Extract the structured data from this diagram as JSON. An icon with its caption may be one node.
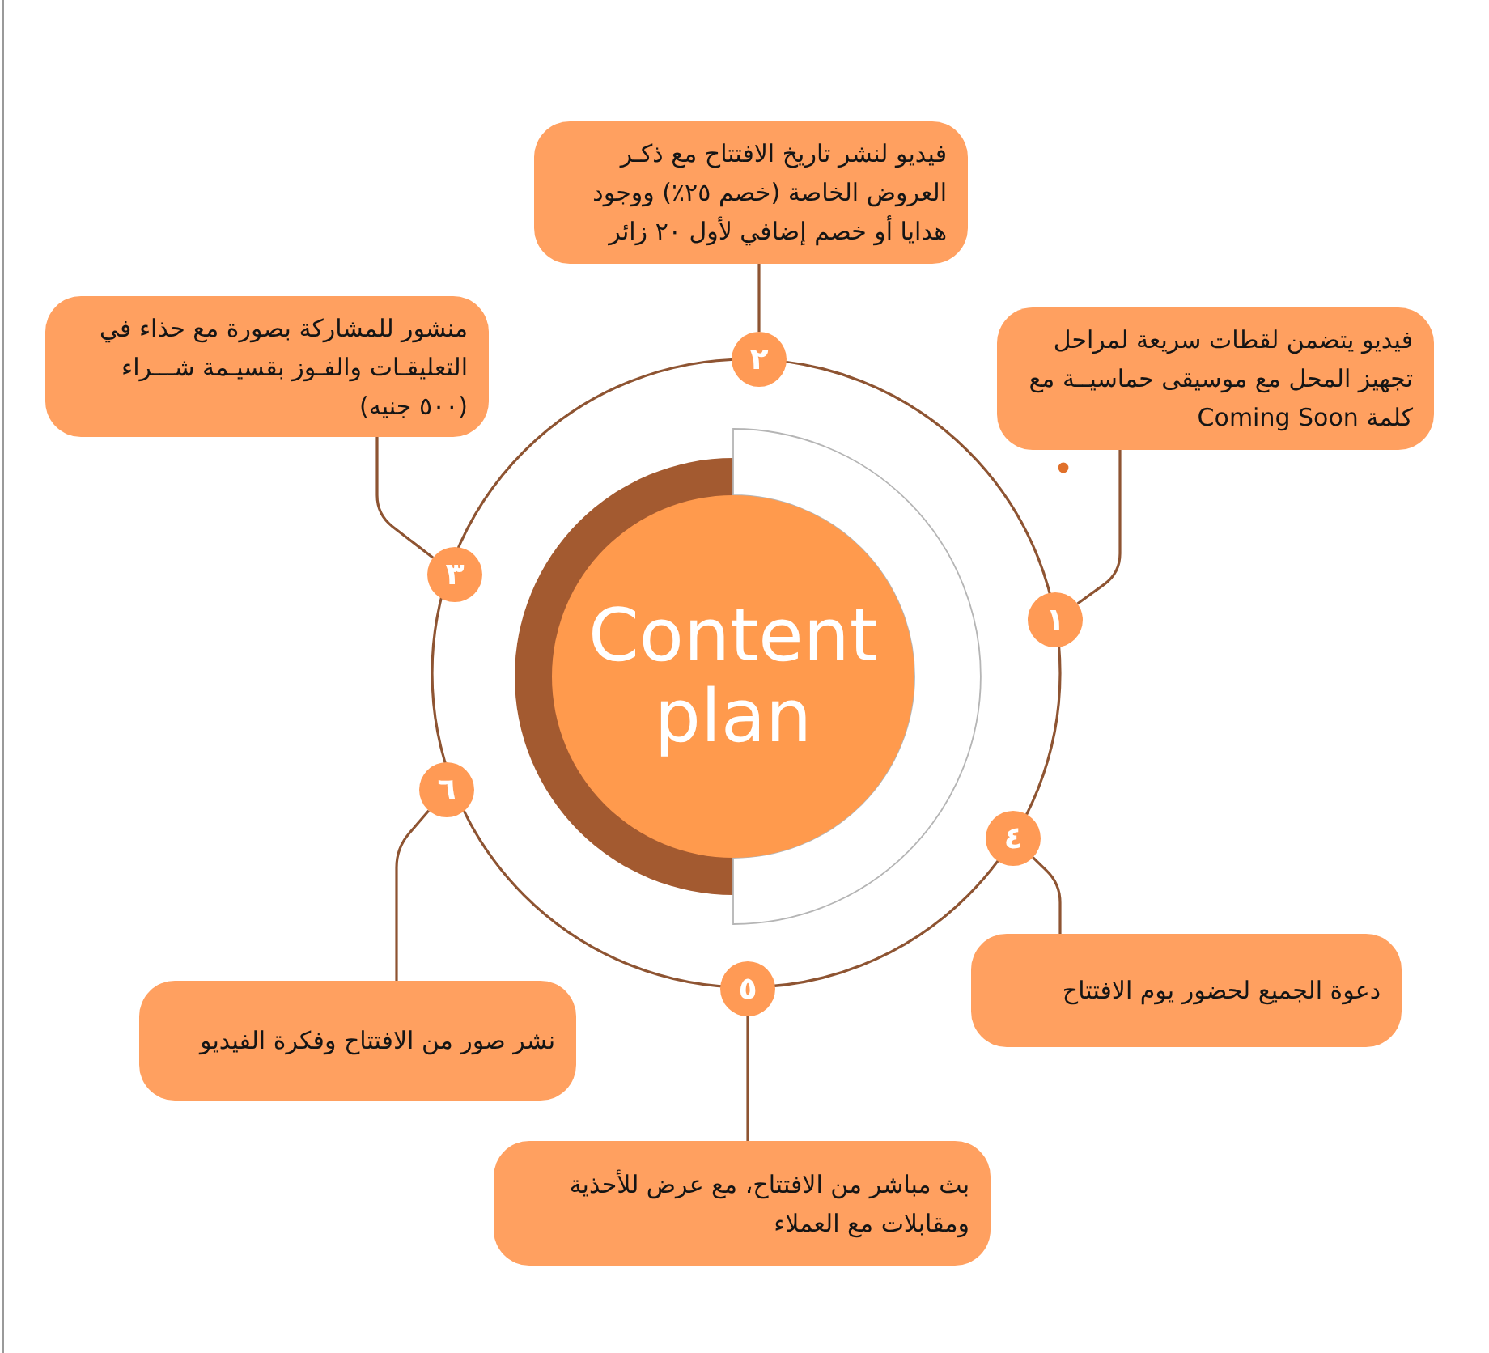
{
  "diagram": {
    "nodes": [
      {
        "text": [
          "Content plan"
        ]
      },
      {
        "text": [
          "١"
        ]
      },
      {
        "text": [
          "٢"
        ]
      },
      {
        "text": [
          "٣"
        ]
      },
      {
        "text": [
          "٤"
        ]
      },
      {
        "text": [
          "٥"
        ]
      },
      {
        "text": [
          "٦"
        ]
      },
      {
        "text": [
          "فيديو يتضمن لقطات سريعة لمراحل تجهيز المحل مع موسيقى حماسيــة مع كلمة Coming Soon"
        ]
      },
      {
        "text": [
          "فيديو لنشر تاريخ الافتتاح مع ذكـر العروض الخاصة (خصم ٢٥٪) ووجود هدايا أو خصم إضافي لأول ٢٠ زائر"
        ]
      },
      {
        "text": [
          "منشور للمشاركة بصورة مع حذاء في التعليقـات والفـوز بقسيـمة شـــراء (٥٠٠ جنيه)"
        ]
      },
      {
        "text": [
          "دعوة الجميع لحضور يوم الافتتاح"
        ]
      },
      {
        "text": [
          "بث مباشر من الافتتاح، مع عرض للأحذية ومقابلات مع العملاء"
        ]
      },
      {
        "text": [
          "نشر صور من الافتتاح وفكرة الفيديو"
        ]
      }
    ],
    "edges": [
      {
        "from": 1,
        "to": 7,
        "arrow": "none"
      },
      {
        "from": 2,
        "to": 8,
        "arrow": "none"
      },
      {
        "from": 3,
        "to": 9,
        "arrow": "none"
      },
      {
        "from": 4,
        "to": 10,
        "arrow": "none"
      },
      {
        "from": 5,
        "to": 11,
        "arrow": "none"
      },
      {
        "from": 6,
        "to": 12,
        "arrow": "none"
      }
    ]
  }
}
